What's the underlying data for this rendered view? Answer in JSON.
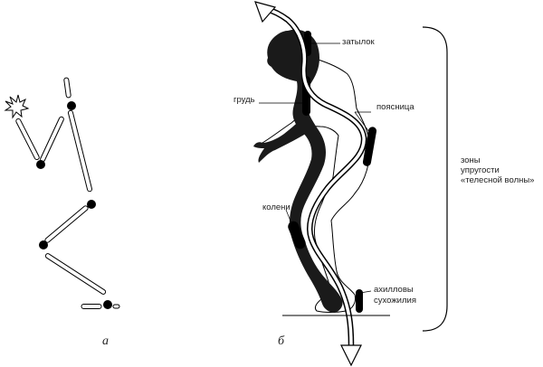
{
  "captions": {
    "a": "а",
    "b": "б"
  },
  "labels": {
    "occiput": "затылок",
    "chest": "грудь",
    "lower_back": "поясница",
    "knees": "колени",
    "achilles_1": "ахилловы",
    "achilles_2": "сухожилия",
    "zones_1": "зоны",
    "zones_2": "упругости",
    "zones_3": "«телесной волны»"
  }
}
